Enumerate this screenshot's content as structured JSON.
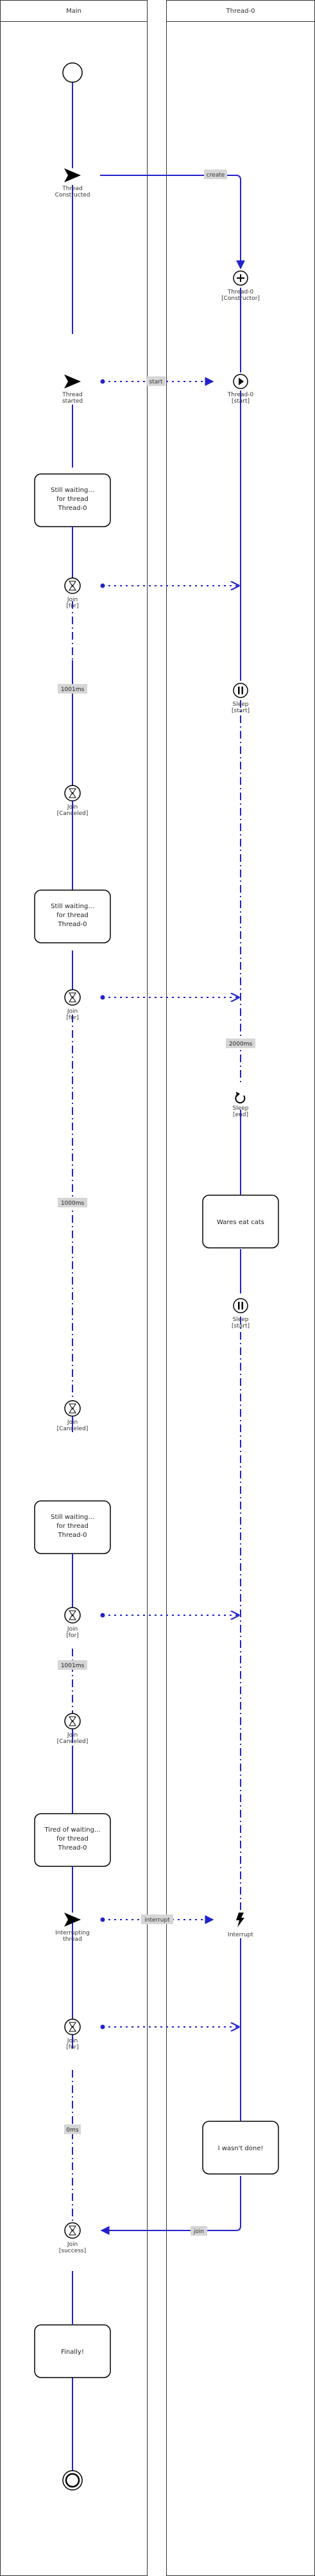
{
  "lanes": {
    "main": "Main",
    "thread0": "Thread-0"
  },
  "colors": {
    "flow": "#2222cc",
    "lane_border": "#333333",
    "label_bg": "#d6d6d6",
    "box_border": "#000000"
  },
  "main_nodes": {
    "thread_constructed": [
      "Thread",
      "Constructed"
    ],
    "thread_started": [
      "Thread",
      "started"
    ],
    "waiting_1": [
      "Still waiting...",
      "for thread",
      "Thread-0"
    ],
    "join_1": [
      "Join",
      "[for]"
    ],
    "join_1_cancel": [
      "Join",
      "[Canceled]"
    ],
    "waiting_2": [
      "Still waiting...",
      "for thread",
      "Thread-0"
    ],
    "join_2": [
      "Join",
      "[for]"
    ],
    "join_2_cancel": [
      "Join",
      "[Canceled]"
    ],
    "waiting_3": [
      "Still waiting...",
      "for thread",
      "Thread-0"
    ],
    "join_3": [
      "Join",
      "[for]"
    ],
    "join_3_cancel": [
      "Join",
      "[Canceled]"
    ],
    "tired": [
      "Tired of waiting...",
      "for thread",
      "Thread-0"
    ],
    "interrupting": [
      "Interrupting",
      "thread"
    ],
    "join_4": [
      "Join",
      "[for]"
    ],
    "join_4_success": [
      "Join",
      "[success]"
    ],
    "finally": "Finally!"
  },
  "thread0_nodes": {
    "constructor": [
      "Thread-0",
      "[Constructor]"
    ],
    "start": [
      "Thread-0",
      "[start]"
    ],
    "sleep_1": [
      "Sleep",
      "[start]"
    ],
    "sleep_1_end": [
      "Sleep",
      "[end]"
    ],
    "wares": "Wares eat cats",
    "sleep_2": [
      "Sleep",
      "[start]"
    ],
    "interrupt": "Interrupt",
    "wasnt_done": "I wasn't done!"
  },
  "edge_labels": {
    "create": "create",
    "start": "start",
    "interrupt": "interrupt",
    "join": "join"
  },
  "durations": {
    "join_1": "1001ms",
    "sleep_1": "2000ms",
    "join_2": "1000ms",
    "join_3": "1001ms",
    "join_4": "0ms"
  }
}
